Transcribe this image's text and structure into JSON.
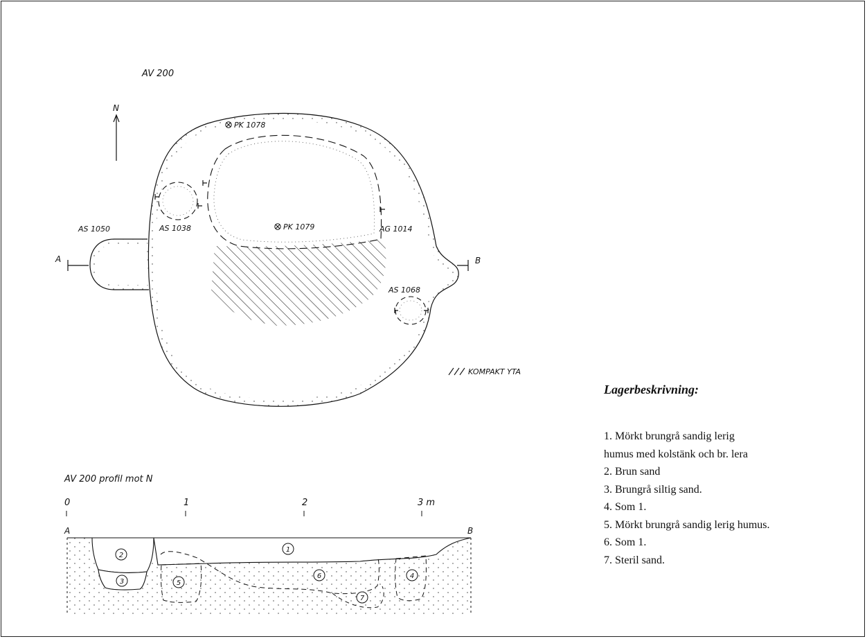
{
  "plan": {
    "title": "AV 200",
    "north": "N",
    "labels": {
      "pk1078": "PK 1078",
      "pk1079": "PK 1079",
      "as1038": "AS 1038",
      "as1050": "AS 1050",
      "ag1014": "AG 1014",
      "as1068": "AS 1068",
      "a": "A",
      "b": "B"
    },
    "hatch_legend": "KOMPAKT YTA"
  },
  "profile": {
    "title": "AV 200 profil mot N",
    "scale": [
      "0",
      "1",
      "2",
      "3 m"
    ],
    "end_a": "A",
    "end_b": "B",
    "layer_numbers": [
      "1",
      "2",
      "3",
      "4",
      "5",
      "6",
      "7"
    ]
  },
  "legend": {
    "heading": "Lagerbeskrivning:",
    "items": [
      "1. Mörkt brungrå sandig lerig",
      "humus med kolstänk och  br. lera",
      "2. Brun sand",
      "3. Brungrå siltig sand.",
      "4. Som 1.",
      "5. Mörkt brungrå sandig lerig humus.",
      "6. Som 1.",
      "7. Steril sand."
    ]
  }
}
